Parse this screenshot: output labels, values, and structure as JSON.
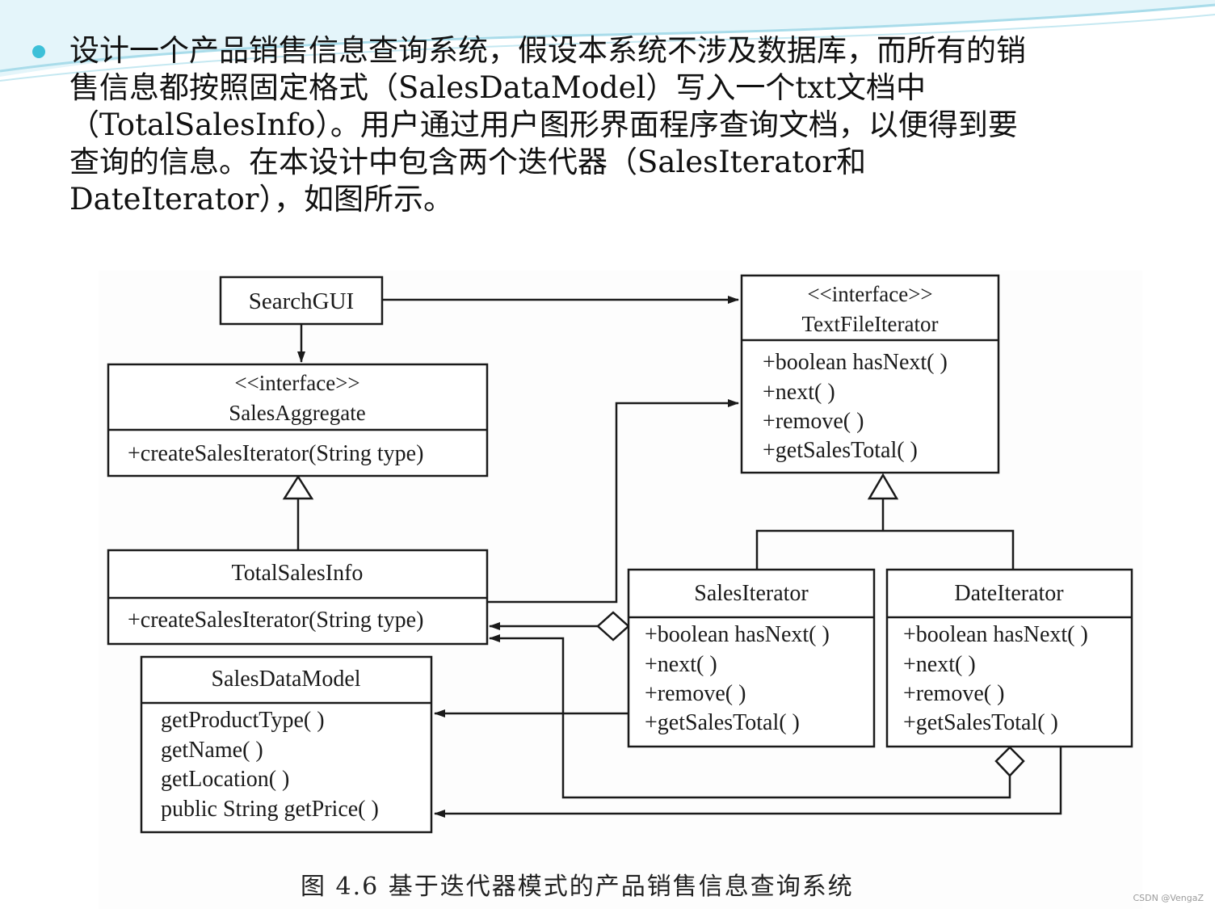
{
  "text": {
    "lines": [
      "设计一个产品销售信息查询系统，假设本系统不涉及数据库，而所有的销",
      "售信息都按照固定格式（SalesDataModel）写入一个txt文档中",
      "（TotalSalesInfo）。用户通过用户图形界面程序查询文档，以便得到要",
      "查询的信息。在本设计中包含两个迭代器（SalesIterator和",
      "DateIterator），如图所示。"
    ]
  },
  "diagram": {
    "search_gui": {
      "name": "SearchGUI"
    },
    "text_file_iterator": {
      "stereotype": "<<interface>>",
      "name": "TextFileIterator",
      "methods": [
        "+boolean hasNext( )",
        "+next( )",
        "+remove( )",
        "+getSalesTotal( )"
      ]
    },
    "sales_aggregate": {
      "stereotype": "<<interface>>",
      "name": "SalesAggregate",
      "methods": [
        "+createSalesIterator(String type)"
      ]
    },
    "total_sales_info": {
      "name": "TotalSalesInfo",
      "methods": [
        "+createSalesIterator(String type)"
      ]
    },
    "sales_iterator": {
      "name": "SalesIterator",
      "methods": [
        "+boolean hasNext( )",
        "+next( )",
        "+remove( )",
        "+getSalesTotal( )"
      ]
    },
    "date_iterator": {
      "name": "DateIterator",
      "methods": [
        "+boolean hasNext( )",
        "+next( )",
        "+remove( )",
        "+getSalesTotal( )"
      ]
    },
    "sales_data_model": {
      "name": "SalesDataModel",
      "methods": [
        "getProductType( )",
        "getName( )",
        "getLocation( )",
        "public String getPrice( )"
      ]
    },
    "caption": "图 4.6   基于迭代器模式的产品销售信息查询系统"
  },
  "watermark": "CSDN @VengaZ",
  "colors": {
    "bullet": "#3cc0d8",
    "wave": "#a9dcea",
    "line": "#1a1a1a"
  }
}
